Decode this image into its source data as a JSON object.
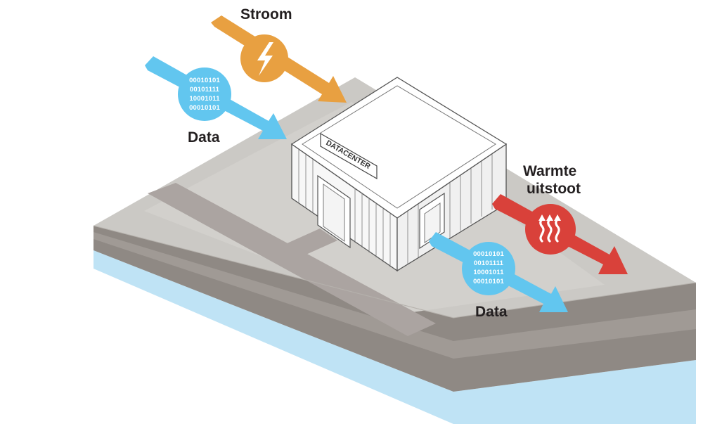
{
  "labels": {
    "power": "Stroom",
    "data_in": "Data",
    "data_out": "Data",
    "heat_line1": "Warmte",
    "heat_line2": "uitstoot"
  },
  "building_sign": "DATACENTER",
  "binary_in": [
    "00010101",
    "00101111",
    "10001011",
    "00010101"
  ],
  "binary_out": [
    "00010101",
    "00101111",
    "10001011",
    "00010101"
  ],
  "icons": {
    "power": "lightning-bolt-icon",
    "heat": "heat-waves-icon"
  },
  "colors": {
    "power": "#e8a041",
    "data": "#62c6ef",
    "heat": "#d9413a",
    "ground_top": "#c9c7c3",
    "road": "#a9a29f",
    "water": "#bfe3f5"
  }
}
